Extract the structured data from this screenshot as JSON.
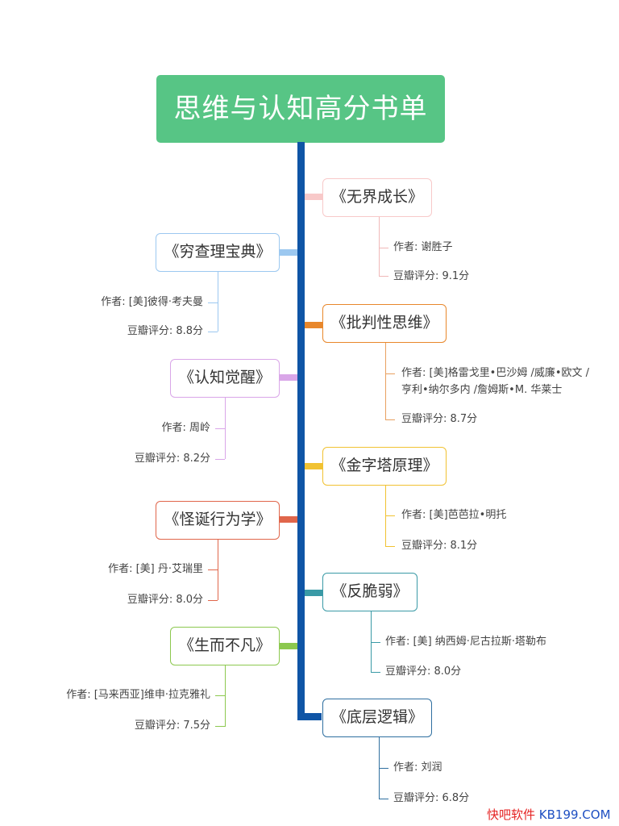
{
  "title": "思维与认知高分书单",
  "books": [
    {
      "title": "《无界成长》",
      "author": "作者: 谢胜子",
      "rating": "豆瓣评分:  9.1分",
      "color": "#f8c9c9"
    },
    {
      "title": "《穷查理宝典》",
      "author": "作者: [美]彼得·考夫曼",
      "rating": "豆瓣评分:  8.8分",
      "color": "#9cc8f0"
    },
    {
      "title": "《批判性思维》",
      "author": "作者: [美]格雷戈里•巴沙姆 /威廉•欧文 /",
      "author2": "亨利•纳尔多内 /詹姆斯•M. 华莱士",
      "rating": "豆瓣评分:  8.7分",
      "color": "#e8872b"
    },
    {
      "title": "《认知觉醒》",
      "author": "作者: 周岭",
      "rating": "豆瓣评分:  8.2分",
      "color": "#d9a6e8"
    },
    {
      "title": "《金字塔原理》",
      "author": "作者: [美]芭芭拉•明托",
      "rating": "豆瓣评分:  8.1分",
      "color": "#f1c232"
    },
    {
      "title": "《怪诞行为学》",
      "author": "作者: [美] 丹·艾瑞里",
      "rating": "豆瓣评分:  8.0分",
      "color": "#e0664b"
    },
    {
      "title": "《反脆弱》",
      "author": "作者: [美] 纳西姆·尼古拉斯·塔勒布",
      "rating": "豆瓣评分:  8.0分",
      "color": "#3a9aa6"
    },
    {
      "title": "《生而不凡》",
      "author": "作者: [马来西亚]维申·拉克雅礼",
      "rating": "豆瓣评分:  7.5分",
      "color": "#8cc84f"
    },
    {
      "title": "《底层逻辑》",
      "author": "作者: 刘润",
      "rating": "豆瓣评分:  6.8分",
      "color": "#2f6fa0"
    }
  ],
  "watermark": {
    "part1": "快吧软件",
    "part2": " KB199.COM"
  }
}
